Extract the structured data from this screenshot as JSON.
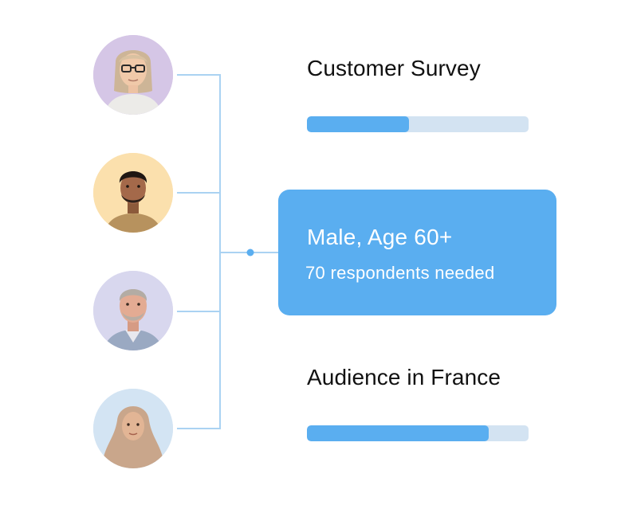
{
  "colors": {
    "accent": "#5aaef0",
    "track": "#d3e3f2",
    "connector": "#aad2f2",
    "text": "#111111",
    "card_text": "#ffffff"
  },
  "avatars": [
    {
      "icon": "woman-glasses-avatar-icon",
      "background": "#d5c6e6"
    },
    {
      "icon": "young-man-avatar-icon",
      "background": "#fbe0ad"
    },
    {
      "icon": "older-man-avatar-icon",
      "background": "#d8d7ee"
    },
    {
      "icon": "woman-hijab-avatar-icon",
      "background": "#d3e4f3"
    }
  ],
  "survey": {
    "title": "Customer Survey",
    "progress": 0.46
  },
  "card": {
    "title": "Male, Age 60+",
    "subtitle": "70 respondents needed"
  },
  "audience": {
    "title": "Audience in France",
    "progress": 0.82
  }
}
